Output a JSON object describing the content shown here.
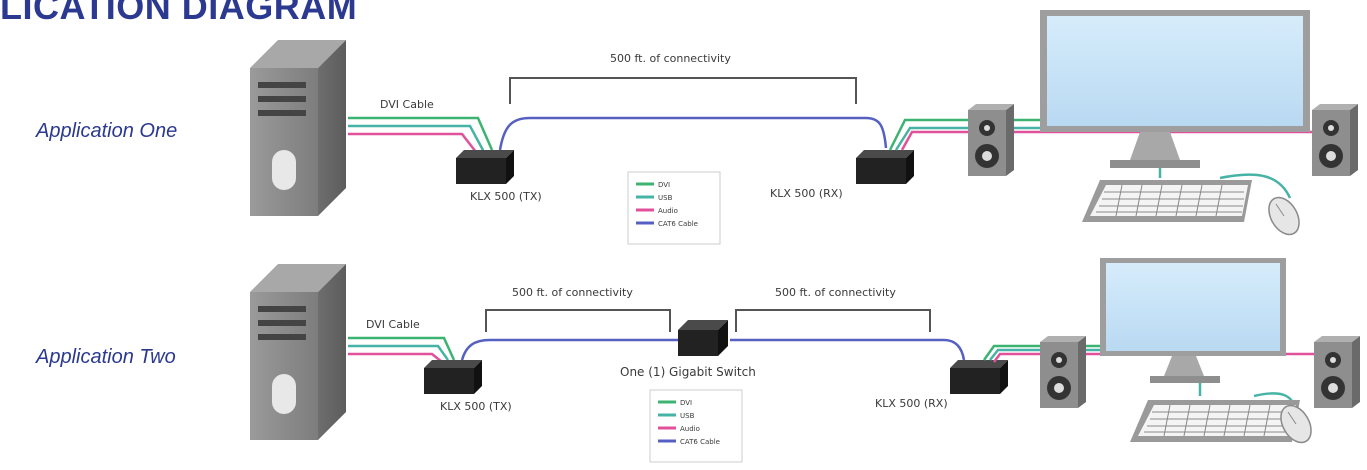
{
  "title": "LICATION DIAGRAM",
  "colors": {
    "title": "#2b3990",
    "dvi": "#3cb371",
    "usb": "#47b3a6",
    "audio": "#e0509b",
    "cat6": "#5560c0",
    "device_dark": "#2a2a2a",
    "tower": "#8a8a8a",
    "monitor_frame": "#b0b0b0",
    "monitor_screen": "#c7e2f7"
  },
  "applications": [
    {
      "label": "Application One",
      "cable_label": "DVI Cable",
      "connectivity": [
        "500 ft. of connectivity"
      ],
      "tx_label": "KLX 500 (TX)",
      "rx_label": "KLX 500 (RX)",
      "switch_label": "",
      "legend": [
        "DVI",
        "USB",
        "Audio",
        "CAT6 Cable"
      ]
    },
    {
      "label": "Application Two",
      "cable_label": "DVI Cable",
      "connectivity": [
        "500 ft. of connectivity",
        "500 ft. of connectivity"
      ],
      "tx_label": "KLX 500 (TX)",
      "rx_label": "KLX 500 (RX)",
      "switch_label": "One (1) Gigabit Switch",
      "legend": [
        "DVI",
        "USB",
        "Audio",
        "CAT6 Cable"
      ]
    }
  ],
  "icons": [
    "computer-tower-icon",
    "monitor-icon",
    "speaker-icon",
    "keyboard-icon",
    "mouse-icon",
    "extender-box-icon",
    "network-switch-icon"
  ]
}
